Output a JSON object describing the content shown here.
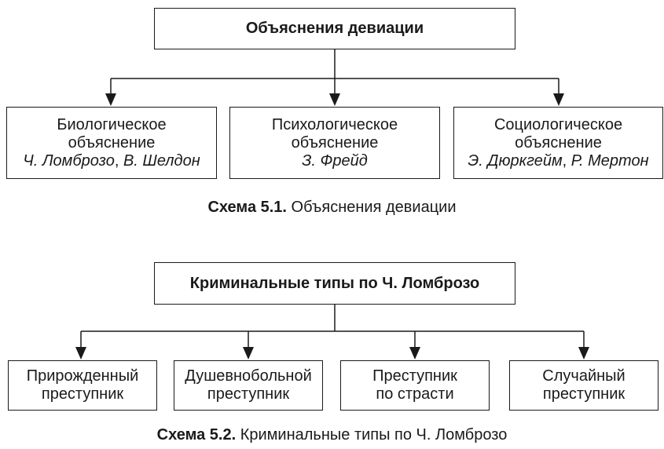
{
  "scheme1": {
    "root": "Объяснения девиации",
    "children": [
      {
        "line1": "Биологическое",
        "line2": "объяснение",
        "authors_a": "Ч. Ломброзо",
        "sep": ", ",
        "authors_b": "В. Шелдон"
      },
      {
        "line1": "Психологическое",
        "line2": "объяснение",
        "authors_a": "З. Фрейд",
        "sep": "",
        "authors_b": ""
      },
      {
        "line1": "Социологическое",
        "line2": "объяснение",
        "authors_a": "Э. Дюркгейм",
        "sep": ", ",
        "authors_b": "Р. Мертон"
      }
    ],
    "caption_label": "Схема 5.1.",
    "caption_text": " Объяснения девиации"
  },
  "scheme2": {
    "root": "Криминальные типы по Ч. Ломброзо",
    "children": [
      {
        "line1": "Прирожденный",
        "line2": "преступник"
      },
      {
        "line1": "Душевнобольной",
        "line2": "преступник"
      },
      {
        "line1": "Преступник",
        "line2": "по страсти"
      },
      {
        "line1": "Случайный",
        "line2": "преступник"
      }
    ],
    "caption_label": "Схема 5.2.",
    "caption_text": " Криминальные типы по Ч. Ломброзо"
  }
}
